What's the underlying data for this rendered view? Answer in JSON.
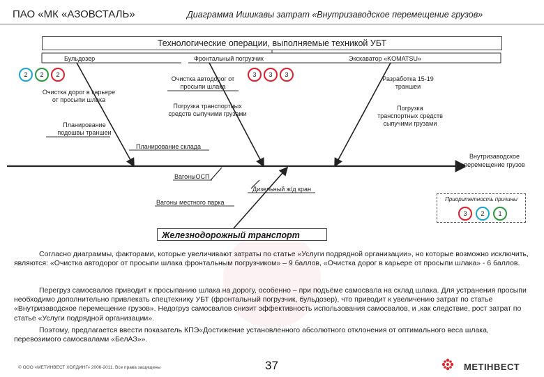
{
  "header": {
    "company": "ПАО «МК «АЗОВСТАЛЬ»",
    "title": "Диаграмма Ишикавы затрат «Внутризаводское перемещение грузов»"
  },
  "top_category": "Технологические операции, выполняемые техникой УБТ",
  "sub_categories": {
    "bulldozer": "Бульдозер",
    "loader": "Фронтальный погрузчик",
    "excavator": "Экскаватор «KOMATSU»"
  },
  "circles_left": [
    "2",
    "2",
    "2"
  ],
  "circles_mid": [
    "3",
    "3",
    "3"
  ],
  "causes": {
    "clean_career": "Очистка дорог в карьере от просыпи шлака",
    "trench_floor": "Планирование подошвы траншеи",
    "clean_roads": "Очистка автодорог от просыпи шлака",
    "loading_vehicles": "Погрузка транспортных средств сыпучими грузами",
    "trench_dev": "Разработка 15-19 траншеи",
    "loading_vehicles2": "Погрузка транспортных средств сыпучими грузами",
    "warehouse": "Планирование склада",
    "wagons_osp": "ВагоныОСП",
    "diesel_crane": "Дизельный ж/д кран",
    "local_wagons": "Вагоны местного парка"
  },
  "effect": "Внутризаводское перемещение грузов",
  "bottom_category": "Железнодорожный транспорт",
  "priority": {
    "title": "Приоритетность причины",
    "values": [
      "3",
      "2",
      "1"
    ]
  },
  "paragraphs": [
    "Согласно диаграммы, факторами, которые увеличивают затраты по статье «Услуги подрядной организации», но которые возможно исключить, являются: «Очистка автодорог от просыпи шлака фронтальным погрузчиком» – 9 баллов, «Очистка дорог в карьере от просыпи шлака» - 6 баллов.",
    "Перегруз самосвалов приводит к просыпанию шлака на дорогу, особенно – при подъёме самосвала на склад шлака. Для устранения просыпи необходимо дополнительно привлекать спецтехнику УБТ (фронтальный погрузчик, бульдозер), что приводит к увеличению затрат по статье «Внутризаводское перемещение грузов». Недогруз самосвалов снизит эффективность использования самосвалов, и ,как следствие, рост затрат по статье «Услуги подрядной организации».",
    "Поэтому, предлагается ввести показатель КПЭ«Достижение установленного абсолютного отклонения от оптимального веса шлака, перевозимого самосвалами «БелАЗ»»."
  ],
  "footer": {
    "copyright": "© ООО «МЕТИНВЕСТ ХОЛДИНГ» 2006-2011. Все права защищены",
    "page": "37",
    "brand": "МЕТІНВЕСТ"
  },
  "colors": {
    "red": "#e0202b",
    "blue": "#1aa5d6",
    "green": "#2b9a3a",
    "logo_red": "#d42a2f"
  }
}
